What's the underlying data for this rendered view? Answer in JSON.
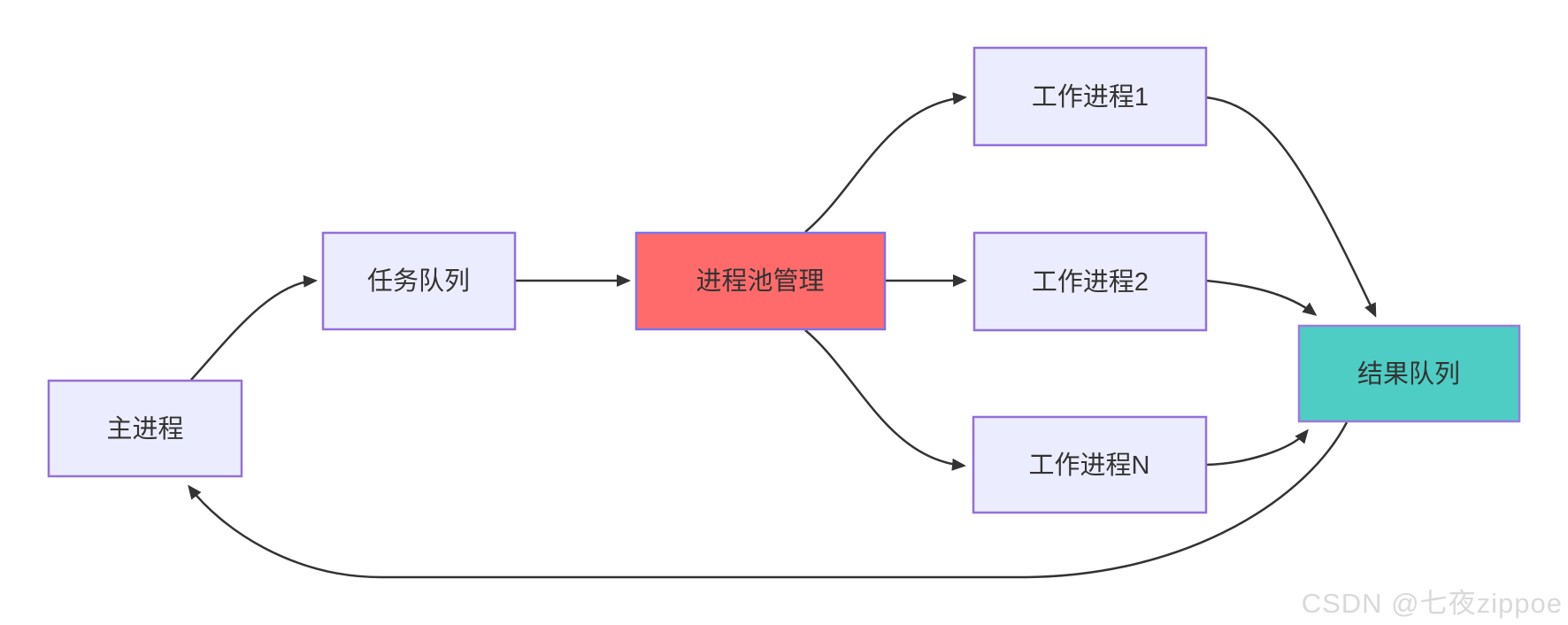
{
  "diagram": {
    "type": "flowchart",
    "direction": "left-to-right",
    "text_color": "#333333",
    "edge_color": "#333333",
    "nodes": {
      "main": {
        "label": "主进程",
        "fill": "#ECECFF",
        "stroke": "#9370DB"
      },
      "task": {
        "label": "任务队列",
        "fill": "#ECECFF",
        "stroke": "#9370DB"
      },
      "pool": {
        "label": "进程池管理",
        "fill": "#FF6B6B",
        "stroke": "#7B72E9"
      },
      "worker1": {
        "label": "工作进程1",
        "fill": "#ECECFF",
        "stroke": "#9370DB"
      },
      "worker2": {
        "label": "工作进程2",
        "fill": "#ECECFF",
        "stroke": "#9370DB"
      },
      "workerN": {
        "label": "工作进程N",
        "fill": "#ECECFF",
        "stroke": "#9370DB"
      },
      "result": {
        "label": "结果队列",
        "fill": "#4ECDC4",
        "stroke": "#9B7BD9"
      }
    },
    "edges": [
      {
        "from": "主进程",
        "to": "任务队列"
      },
      {
        "from": "任务队列",
        "to": "进程池管理"
      },
      {
        "from": "进程池管理",
        "to": "工作进程1"
      },
      {
        "from": "进程池管理",
        "to": "工作进程2"
      },
      {
        "from": "进程池管理",
        "to": "工作进程N"
      },
      {
        "from": "工作进程1",
        "to": "结果队列"
      },
      {
        "from": "工作进程2",
        "to": "结果队列"
      },
      {
        "from": "工作进程N",
        "to": "结果队列"
      },
      {
        "from": "结果队列",
        "to": "主进程"
      }
    ]
  },
  "watermark": {
    "text": "CSDN @七夜zippoe",
    "color": "#D9D9D9"
  }
}
